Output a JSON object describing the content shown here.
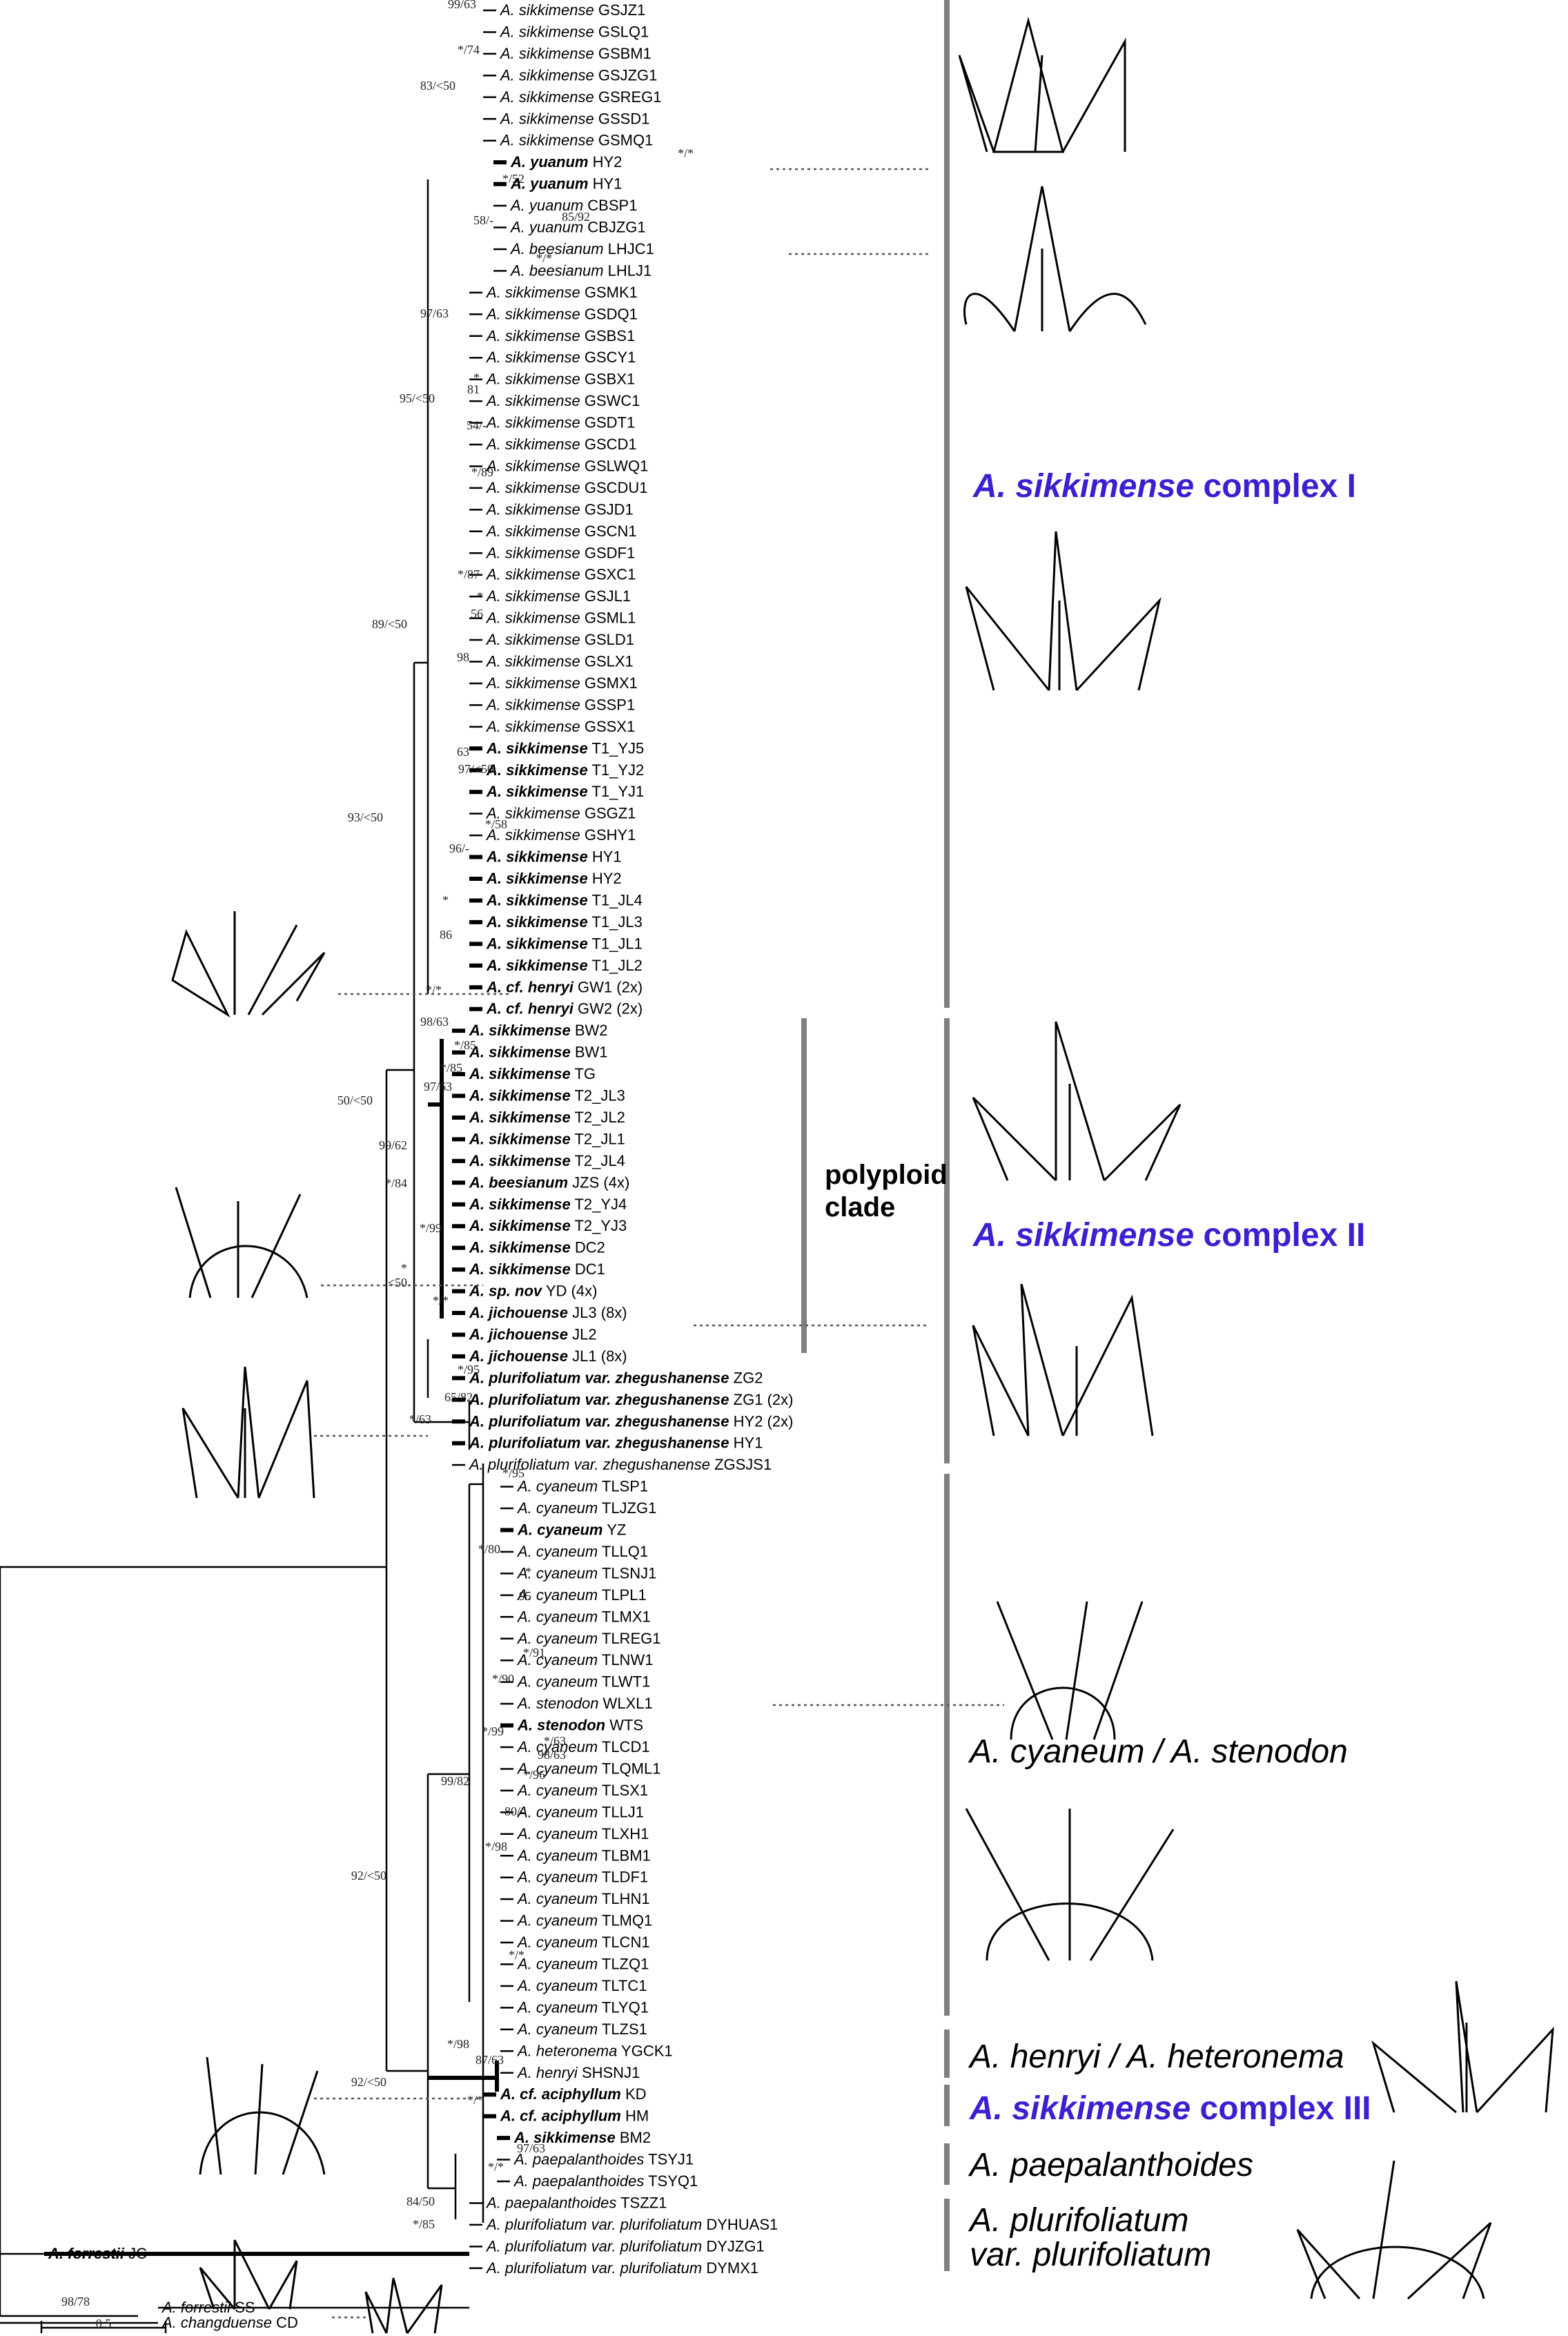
{
  "tips": [
    {
      "sp": "A. sikkimense",
      "code": "GSJZ1"
    },
    {
      "sp": "A. sikkimense",
      "code": "GSLQ1"
    },
    {
      "sp": "A. sikkimense",
      "code": "GSBM1"
    },
    {
      "sp": "A. sikkimense",
      "code": "GSJZG1"
    },
    {
      "sp": "A. sikkimense",
      "code": "GSREG1"
    },
    {
      "sp": "A. sikkimense",
      "code": "GSSD1"
    },
    {
      "sp": "A. sikkimense",
      "code": "GSMQ1"
    },
    {
      "sp": "A. yuanum",
      "code": "HY2",
      "bold": true,
      "color": "#7a1fd6"
    },
    {
      "sp": "A. yuanum",
      "code": "HY1",
      "bold": true,
      "color": "#7a1fd6"
    },
    {
      "sp": "A. yuanum",
      "code": "CBSP1",
      "color": "#7a1fd6"
    },
    {
      "sp": "A. yuanum",
      "code": "CBJZG1",
      "color": "#7a1fd6"
    },
    {
      "sp": "A. beesianum",
      "code": "LHJC1",
      "color": "#1f4fd6"
    },
    {
      "sp": "A. beesianum",
      "code": "LHLJ1",
      "color": "#1f4fd6"
    },
    {
      "sp": "A. sikkimense",
      "code": "GSMK1"
    },
    {
      "sp": "A. sikkimense",
      "code": "GSDQ1"
    },
    {
      "sp": "A. sikkimense",
      "code": "GSBS1"
    },
    {
      "sp": "A. sikkimense",
      "code": "GSCY1"
    },
    {
      "sp": "A. sikkimense",
      "code": "GSBX1"
    },
    {
      "sp": "A. sikkimense",
      "code": "GSWC1"
    },
    {
      "sp": "A. sikkimense",
      "code": "GSDT1"
    },
    {
      "sp": "A. sikkimense",
      "code": "GSCD1"
    },
    {
      "sp": "A. sikkimense",
      "code": "GSLWQ1"
    },
    {
      "sp": "A. sikkimense",
      "code": "GSCDU1"
    },
    {
      "sp": "A. sikkimense",
      "code": "GSJD1"
    },
    {
      "sp": "A. sikkimense",
      "code": "GSCN1"
    },
    {
      "sp": "A. sikkimense",
      "code": "GSDF1"
    },
    {
      "sp": "A. sikkimense",
      "code": "GSXC1"
    },
    {
      "sp": "A. sikkimense",
      "code": "GSJL1"
    },
    {
      "sp": "A. sikkimense",
      "code": "GSML1"
    },
    {
      "sp": "A. sikkimense",
      "code": "GSLD1"
    },
    {
      "sp": "A. sikkimense",
      "code": "GSLX1"
    },
    {
      "sp": "A. sikkimense",
      "code": "GSMX1"
    },
    {
      "sp": "A. sikkimense",
      "code": "GSSP1"
    },
    {
      "sp": "A. sikkimense",
      "code": "GSSX1"
    },
    {
      "sp": "A. sikkimense",
      "code": "T1_YJ5",
      "bold": true
    },
    {
      "sp": "A. sikkimense",
      "code": "T1_YJ2",
      "bold": true
    },
    {
      "sp": "A. sikkimense",
      "code": "T1_YJ1",
      "bold": true
    },
    {
      "sp": "A. sikkimense",
      "code": "GSGZ1"
    },
    {
      "sp": "A. sikkimense",
      "code": "GSHY1"
    },
    {
      "sp": "A. sikkimense",
      "code": "HY1",
      "bold": true
    },
    {
      "sp": "A. sikkimense",
      "code": "HY2",
      "bold": true
    },
    {
      "sp": "A. sikkimense",
      "code": "T1_JL4",
      "bold": true
    },
    {
      "sp": "A. sikkimense",
      "code": "T1_JL3",
      "bold": true
    },
    {
      "sp": "A. sikkimense",
      "code": "T1_JL1",
      "bold": true
    },
    {
      "sp": "A. sikkimense",
      "code": "T1_JL2",
      "bold": true
    },
    {
      "sp": "A. cf. henryi",
      "code": "GW1 (2x)",
      "bold": true,
      "color": "#d9771c"
    },
    {
      "sp": "A. cf. henryi",
      "code": "GW2 (2x)",
      "bold": true,
      "color": "#d9771c"
    },
    {
      "sp": "A. sikkimense",
      "code": "BW2",
      "bold": true
    },
    {
      "sp": "A. sikkimense",
      "code": "BW1",
      "bold": true
    },
    {
      "sp": "A. sikkimense",
      "code": "TG",
      "bold": true
    },
    {
      "sp": "A. sikkimense",
      "code": "T2_JL3",
      "bold": true
    },
    {
      "sp": "A. sikkimense",
      "code": "T2_JL2",
      "bold": true
    },
    {
      "sp": "A. sikkimense",
      "code": "T2_JL1",
      "bold": true
    },
    {
      "sp": "A. sikkimense",
      "code": "T2_JL4",
      "bold": true
    },
    {
      "sp": "A. beesianum",
      "code": "JZS (4x)",
      "bold": true,
      "color": "#1f4fd6"
    },
    {
      "sp": "A. sikkimense",
      "code": "T2_YJ4",
      "bold": true
    },
    {
      "sp": "A. sikkimense",
      "code": "T2_YJ3",
      "bold": true
    },
    {
      "sp": "A. sikkimense",
      "code": "DC2",
      "bold": true
    },
    {
      "sp": "A. sikkimense",
      "code": "DC1",
      "bold": true
    },
    {
      "sp": "A. sp. nov",
      "code": "YD (4x)",
      "bold": true,
      "color": "#c8189a"
    },
    {
      "sp": "A. jichouense",
      "code": "JL3 (8x)",
      "bold": true,
      "color": "#c8189a"
    },
    {
      "sp": "A. jichouense",
      "code": "JL2",
      "bold": true,
      "color": "#c8189a"
    },
    {
      "sp": "A. jichouense",
      "code": "JL1 (8x)",
      "bold": true,
      "color": "#c8189a"
    },
    {
      "sp": "A. plurifoliatum var. zhegushanense",
      "code": "ZG2",
      "bold": true,
      "color": "#6a1fb8"
    },
    {
      "sp": "A. plurifoliatum var. zhegushanense",
      "code": "ZG1 (2x)",
      "bold": true,
      "color": "#6a1fb8"
    },
    {
      "sp": "A. plurifoliatum var. zhegushanense",
      "code": "HY2 (2x)",
      "bold": true,
      "color": "#6a1fb8"
    },
    {
      "sp": "A. plurifoliatum var. zhegushanense",
      "code": "HY1",
      "bold": true,
      "color": "#6a1fb8"
    },
    {
      "sp": "A. plurifoliatum var. zhegushanense",
      "code": "ZGSJS1",
      "color": "#6a1fb8"
    },
    {
      "sp": "A. cyaneum",
      "code": "TLSP1"
    },
    {
      "sp": "A. cyaneum",
      "code": "TLJZG1"
    },
    {
      "sp": "A. cyaneum",
      "code": "YZ",
      "bold": true
    },
    {
      "sp": "A. cyaneum",
      "code": "TLLQ1"
    },
    {
      "sp": "A. cyaneum",
      "code": "TLSNJ1"
    },
    {
      "sp": "A. cyaneum",
      "code": "TLPL1"
    },
    {
      "sp": "A. cyaneum",
      "code": "TLMX1"
    },
    {
      "sp": "A. cyaneum",
      "code": "TLREG1"
    },
    {
      "sp": "A. cyaneum",
      "code": "TLNW1"
    },
    {
      "sp": "A. cyaneum",
      "code": "TLWT1"
    },
    {
      "sp": "A. stenodon",
      "code": "WLXL1"
    },
    {
      "sp": "A. stenodon",
      "code": "WTS",
      "bold": true
    },
    {
      "sp": "A. cyaneum",
      "code": "TLCD1"
    },
    {
      "sp": "A. cyaneum",
      "code": "TLQML1"
    },
    {
      "sp": "A. cyaneum",
      "code": "TLSX1"
    },
    {
      "sp": "A. cyaneum",
      "code": "TLLJ1"
    },
    {
      "sp": "A. cyaneum",
      "code": "TLXH1"
    },
    {
      "sp": "A. cyaneum",
      "code": "TLBM1"
    },
    {
      "sp": "A. cyaneum",
      "code": "TLDF1"
    },
    {
      "sp": "A. cyaneum",
      "code": "TLHN1"
    },
    {
      "sp": "A. cyaneum",
      "code": "TLMQ1"
    },
    {
      "sp": "A. cyaneum",
      "code": "TLCN1"
    },
    {
      "sp": "A. cyaneum",
      "code": "TLZQ1"
    },
    {
      "sp": "A. cyaneum",
      "code": "TLTC1"
    },
    {
      "sp": "A. cyaneum",
      "code": "TLYQ1"
    },
    {
      "sp": "A. cyaneum",
      "code": "TLZS1"
    },
    {
      "sp": "A. heteronema",
      "code": "YGCK1"
    },
    {
      "sp": "A. henryi",
      "code": "SHSNJ1"
    },
    {
      "sp": "A. cf. aciphyllum",
      "code": "KD",
      "bold": true,
      "color": "#1fb82a"
    },
    {
      "sp": "A. cf. aciphyllum",
      "code": "HM",
      "bold": true,
      "color": "#1fb82a"
    },
    {
      "sp": "A. sikkimense",
      "code": "BM2",
      "bold": true
    },
    {
      "sp": "A. paepalanthoides",
      "code": "TSYJ1"
    },
    {
      "sp": "A. paepalanthoides",
      "code": "TSYQ1"
    },
    {
      "sp": "A. paepalanthoides",
      "code": "TSZZ1"
    },
    {
      "sp": "A. plurifoliatum var. plurifoliatum",
      "code": "DYHUAS1"
    },
    {
      "sp": "A. plurifoliatum var. plurifoliatum",
      "code": "DYJZG1"
    },
    {
      "sp": "A. plurifoliatum var. plurifoliatum",
      "code": "DYMX1"
    },
    {
      "sp": "A. forrestii",
      "code": "JC",
      "bold": true
    },
    {
      "sp": "A. forrestii",
      "code": "SS"
    },
    {
      "sp": "A. changduense",
      "code": "CD"
    }
  ],
  "support_labels": [
    "99/63",
    "*/74",
    "83/<50",
    "*/*",
    "*/52",
    "85/92",
    "58/-",
    "*/*",
    "97/63",
    "*",
    "81",
    "95/<50",
    "54/-",
    "*/89",
    "*/87",
    "*",
    "56",
    "89/<50",
    "98",
    "63",
    "97/<50",
    "*/58",
    "96/-",
    "93/<50",
    "*",
    "86",
    "*/*",
    "98/63",
    "*/85",
    "*/85",
    "97/63",
    "50/<50",
    "99/62",
    "*/84",
    "*/99",
    "*",
    "<50",
    "*/*",
    "*/95",
    "65/82",
    "*/63",
    "*/95",
    "*/80",
    "*",
    "95",
    "*/91",
    "*/90",
    "*/99",
    "*/63",
    "98/63",
    "*/96",
    "80/-",
    "*/98",
    "99/82",
    "*/*",
    "92/<50",
    "*/98",
    "87/63",
    "92/<50",
    "*/*",
    "97/63",
    "*/*",
    "84/50",
    "*/85",
    "98/78"
  ],
  "groups": {
    "complex1": {
      "prefix": "A. sikkimense",
      "suffix": " complex I"
    },
    "complex2": {
      "prefix": "A. sikkimense",
      "suffix": " complex II"
    },
    "cyaneum": "A. cyaneum / A. stenodon",
    "henryi": "A. henryi / A. heteronema",
    "complex3": {
      "prefix": "A. sikkimense",
      "suffix": " complex III"
    },
    "paepalanthoides": "A. paepalanthoides",
    "plurifoliatum_line1": "A. plurifoliatum",
    "plurifoliatum_line2": "var. plurifoliatum"
  },
  "polyploid_line1": "polyploid",
  "polyploid_line2": "clade",
  "scale_label": "0.5",
  "colors": {
    "accent_blue": "#3b1fd1",
    "bar_grey": "#808080"
  }
}
